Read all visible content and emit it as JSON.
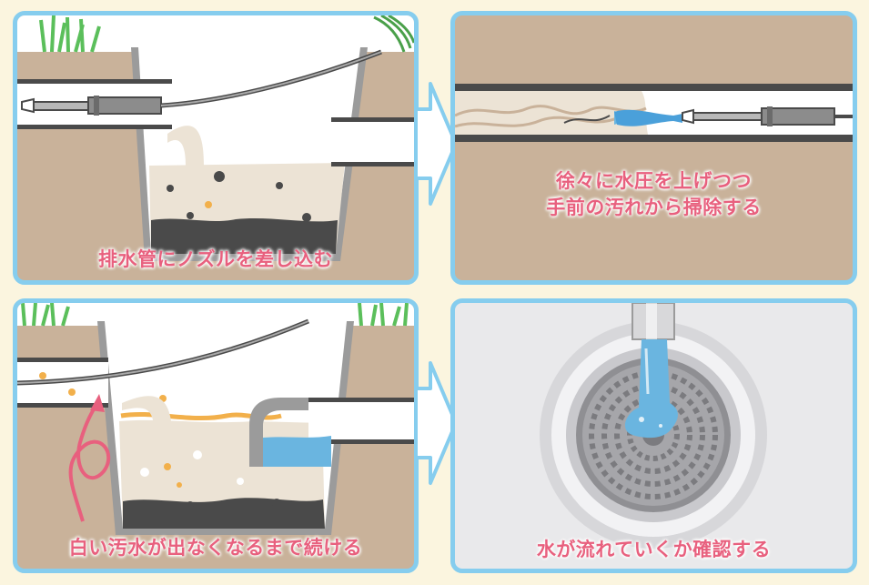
{
  "steps": [
    {
      "caption": "排水管にノズルを差し込む"
    },
    {
      "caption_line1": "徐々に水圧を上げつつ",
      "caption_line2": "手前の汚れから掃除する"
    },
    {
      "caption": "白い汚水が出なくなるまで続ける"
    },
    {
      "caption": "水が流れていくか確認する"
    }
  ],
  "colors": {
    "background": "#fbf5df",
    "frame": "#86cdee",
    "soil": "#c9b29a",
    "caption": "#e8607e",
    "water": "#6ab5e0",
    "sludge": "#4a4a4a",
    "grass": "#5bbf5b"
  },
  "icons": [
    "right-arrow-icon",
    "pressure-washer-nozzle-icon",
    "hose-icon",
    "swirl-arrow-icon",
    "drain-strainer-icon",
    "faucet-icon"
  ]
}
